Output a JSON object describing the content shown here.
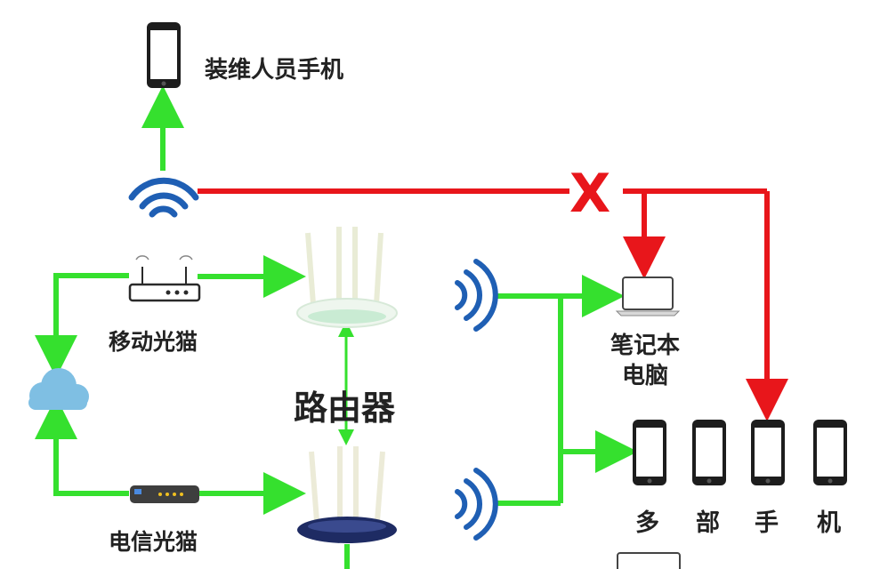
{
  "labels": {
    "repair_phone": "装维人员手机",
    "mobile_modem": "移动光猫",
    "telecom_modem": "电信光猫",
    "router": "路由器",
    "laptop_line1": "笔记本",
    "laptop_line2": "电脑",
    "phones_chars": [
      "多",
      "部",
      "手",
      "机"
    ],
    "blocked_mark": "X"
  },
  "colors": {
    "allowed_link": "#35e02e",
    "blocked_link": "#e8161b",
    "wifi_icon": "#1f5fb4",
    "cloud": "#7fbfe3",
    "device_outline": "#2a2a2a"
  },
  "icons": [
    "phone-icon",
    "wifi-icon",
    "modem-icon",
    "cloud-icon",
    "router-icon",
    "laptop-icon"
  ]
}
